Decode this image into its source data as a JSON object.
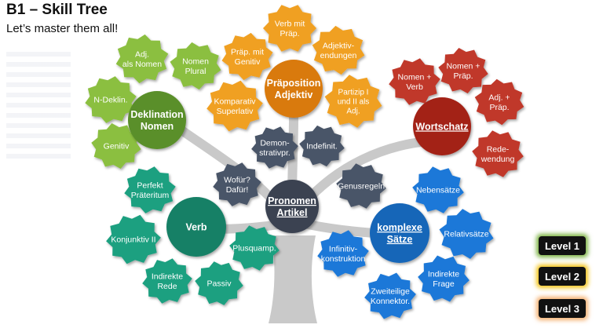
{
  "header": {
    "title": "B1 – Skill Tree",
    "subtitle": "Let’s master them all!"
  },
  "colors": {
    "green_light": "#8bbf3f",
    "green_dark": "#5a8f2a",
    "orange": "#f0a020",
    "orange_dark": "#d97a10",
    "red": "#c0392b",
    "red_dark": "#a32119",
    "teal": "#1fa080",
    "teal_dark": "#168066",
    "blue": "#1a78d8",
    "blue_dark": "#1566b8",
    "slate": "#4a5568",
    "slate_dark": "#3a4251",
    "trunk": "#c9c9c9",
    "level1": "#7cb342",
    "level2": "#f3c318",
    "level3": "#f5b070"
  },
  "hubs": [
    {
      "id": "deklination",
      "label": "Deklination Nomen",
      "lines": [
        "Deklination",
        "Nomen"
      ],
      "color": "green_dark",
      "underline": false
    },
    {
      "id": "praeposition",
      "label": "Präposition Adjektiv",
      "lines": [
        "Präposition",
        "Adjektiv"
      ],
      "color": "orange_dark",
      "underline": false
    },
    {
      "id": "wortschatz",
      "label": "Wortschatz",
      "lines": [
        "Wortschatz"
      ],
      "color": "red_dark",
      "underline": true
    },
    {
      "id": "pronomen",
      "label": "Pronomen Artikel",
      "lines": [
        "Pronomen",
        "Artikel"
      ],
      "color": "slate_dark",
      "underline": true
    },
    {
      "id": "verb",
      "label": "Verb",
      "lines": [
        "Verb"
      ],
      "color": "teal_dark",
      "underline": false
    },
    {
      "id": "komplexe",
      "label": "komplexe Sätze",
      "lines": [
        "komplexe",
        "Sätze"
      ],
      "color": "blue_dark",
      "underline": true
    }
  ],
  "leaves": [
    {
      "id": "adj-als-nomen",
      "lines": [
        "Adj.",
        "als Nomen"
      ],
      "color": "green_light"
    },
    {
      "id": "nomen-plural",
      "lines": [
        "Nomen",
        "Plural"
      ],
      "color": "green_light"
    },
    {
      "id": "n-deklin",
      "lines": [
        "N-Deklin."
      ],
      "color": "green_light"
    },
    {
      "id": "genitiv",
      "lines": [
        "Genitiv"
      ],
      "color": "green_light"
    },
    {
      "id": "verb-mit-praep",
      "lines": [
        "Verb mit",
        "Präp."
      ],
      "color": "orange"
    },
    {
      "id": "praep-mit-genitiv",
      "lines": [
        "Präp. mit",
        "Genitiv"
      ],
      "color": "orange"
    },
    {
      "id": "adjektivendungen",
      "lines": [
        "Adjektiv-",
        "endungen"
      ],
      "color": "orange"
    },
    {
      "id": "komparativ",
      "lines": [
        "Komparativ",
        "Superlativ"
      ],
      "color": "orange"
    },
    {
      "id": "partizip",
      "lines": [
        "Partizip I",
        "und II als",
        "Adj."
      ],
      "color": "orange"
    },
    {
      "id": "nomen-verb",
      "lines": [
        "Nomen +",
        "Verb"
      ],
      "color": "red"
    },
    {
      "id": "nomen-praep",
      "lines": [
        "Nomen +",
        "Präp."
      ],
      "color": "red"
    },
    {
      "id": "adj-praep",
      "lines": [
        "Adj. +",
        "Präp."
      ],
      "color": "red"
    },
    {
      "id": "redewendung",
      "lines": [
        "Rede-",
        "wendung"
      ],
      "color": "red"
    },
    {
      "id": "demonstrativpr",
      "lines": [
        "Demon-",
        "strativpr."
      ],
      "color": "slate"
    },
    {
      "id": "indefinit",
      "lines": [
        "Indefinit."
      ],
      "color": "slate"
    },
    {
      "id": "wofuer",
      "lines": [
        "Wofür?",
        "Dafür!"
      ],
      "color": "slate"
    },
    {
      "id": "genusregeln",
      "lines": [
        "Genusregeln"
      ],
      "color": "slate"
    },
    {
      "id": "perfekt",
      "lines": [
        "Perfekt",
        "Präteritum"
      ],
      "color": "teal"
    },
    {
      "id": "konjunktiv",
      "lines": [
        "Konjunktiv II"
      ],
      "color": "teal"
    },
    {
      "id": "plusquamp",
      "lines": [
        "Plusquamp."
      ],
      "color": "teal"
    },
    {
      "id": "indirekte-rede",
      "lines": [
        "Indirekte",
        "Rede"
      ],
      "color": "teal"
    },
    {
      "id": "passiv",
      "lines": [
        "Passiv"
      ],
      "color": "teal"
    },
    {
      "id": "nebensaetze",
      "lines": [
        "Nebensätze"
      ],
      "color": "blue"
    },
    {
      "id": "relativsaetze",
      "lines": [
        "Relativsätze"
      ],
      "color": "blue"
    },
    {
      "id": "infinitiv",
      "lines": [
        "Infinitiv-",
        "konstruktion"
      ],
      "color": "blue"
    },
    {
      "id": "indirekte-frage",
      "lines": [
        "Indirekte",
        "Frage"
      ],
      "color": "blue"
    },
    {
      "id": "zweiteilige",
      "lines": [
        "Zweiteilige",
        "Konnektor."
      ],
      "color": "blue"
    }
  ],
  "legend": [
    {
      "label": "Level 1",
      "glow": "level1"
    },
    {
      "label": "Level 2",
      "glow": "level2"
    },
    {
      "label": "Level 3",
      "glow": "level3"
    }
  ]
}
